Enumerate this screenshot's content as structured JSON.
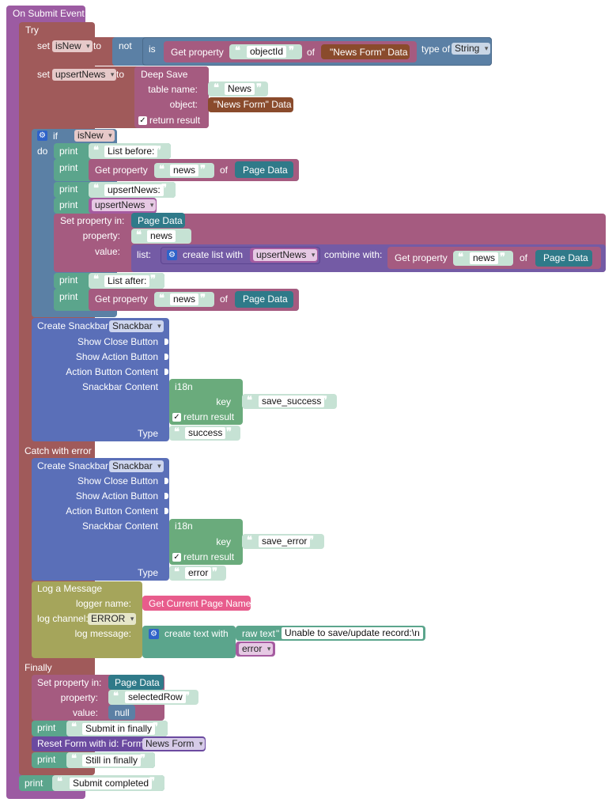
{
  "colors": {
    "event": "#9c5ba2",
    "try": "#a05a5a",
    "logic": "#5b80a5",
    "getprop": "#a55b80",
    "data": "#2f7a89",
    "datasrc": "#8a4b2c",
    "text": "#5ba58c",
    "textlight": "#c6e2d4",
    "snackbar": "#5a6fb8",
    "list": "#745ba5",
    "i18n": "#6aab7c",
    "log": "#a5a55b",
    "pagename": "#e85c8c",
    "reset": "#6b4aa0",
    "variable": "#a55ba0"
  },
  "event": {
    "label": "On Submit Event"
  },
  "try": {
    "label": "Try",
    "set1": {
      "set": "set",
      "var": "isNew",
      "to": "to",
      "not": "not",
      "is": "is",
      "getprop": "Get property",
      "key": "objectId",
      "of": "of",
      "src": "\"News Form\" Data",
      "typeof": "type of",
      "type": "String"
    },
    "set2": {
      "set": "set",
      "var": "upsertNews",
      "to": "to",
      "deepsave": "Deep Save",
      "table_label": "table name:",
      "table": "News",
      "object_label": "object:",
      "object": "\"News Form\" Data",
      "return_label": "return result"
    },
    "if": {
      "if": "if",
      "cond": "isNew",
      "do": "do",
      "print1_label": "print",
      "print1": "List before:",
      "print2_label": "print",
      "print2_getprop": "Get property",
      "print2_key": "news",
      "print2_of": "of",
      "print2_src": "Page Data",
      "print3_label": "print",
      "print3": "upsertNews:",
      "print4_label": "print",
      "print4_var": "upsertNews",
      "setprop_label": "Set property in:",
      "setprop_src": "Page Data",
      "property_label": "property:",
      "property": "news",
      "value_label": "value:",
      "list_label": "list:",
      "createlist": "create list with",
      "createlist_var": "upsertNews",
      "combine": "combine with:",
      "combine_getprop": "Get property",
      "combine_key": "news",
      "combine_of": "of",
      "combine_src": "Page Data",
      "print5_label": "print",
      "print5": "List after:",
      "print6_label": "print",
      "print6_getprop": "Get property",
      "print6_key": "news",
      "print6_of": "of",
      "print6_src": "Page Data"
    },
    "snackbar": {
      "create": "Create Snackbar:",
      "type_dd": "Snackbar",
      "show_close": "Show Close Button",
      "show_action": "Show Action Button",
      "action_content": "Action Button Content",
      "content": "Snackbar Content",
      "i18n": "i18n",
      "key_label": "key",
      "key": "save_success",
      "return_label": "return result",
      "type_label": "Type",
      "type": "success"
    }
  },
  "catch": {
    "label": "Catch with error",
    "snackbar": {
      "create": "Create Snackbar:",
      "type_dd": "Snackbar",
      "show_close": "Show Close Button",
      "show_action": "Show Action Button",
      "action_content": "Action Button Content",
      "content": "Snackbar Content",
      "i18n": "i18n",
      "key_label": "key",
      "key": "save_error",
      "return_label": "return result",
      "type_label": "Type",
      "type": "error"
    },
    "log": {
      "label": "Log a Message",
      "logger_label": "logger name:",
      "logger": "Get Current Page Name",
      "channel_label": "log channel:",
      "channel": "ERROR",
      "message_label": "log message:",
      "createtext": "create text with",
      "rawtext_label": "raw text",
      "rawtext": "Unable to save/update record:\\n",
      "error_var": "error"
    }
  },
  "finally": {
    "label": "Finally",
    "setprop_label": "Set property in:",
    "setprop_src": "Page Data",
    "property_label": "property:",
    "property": "selectedRow",
    "value_label": "value:",
    "value": "null",
    "print1_label": "print",
    "print1": "Submit in finally",
    "reset": "Reset Form with id: Form:",
    "reset_form": "News Form",
    "print2_label": "print",
    "print2": "Still in finally"
  },
  "footer": {
    "print_label": "print",
    "print": "Submit completed"
  }
}
